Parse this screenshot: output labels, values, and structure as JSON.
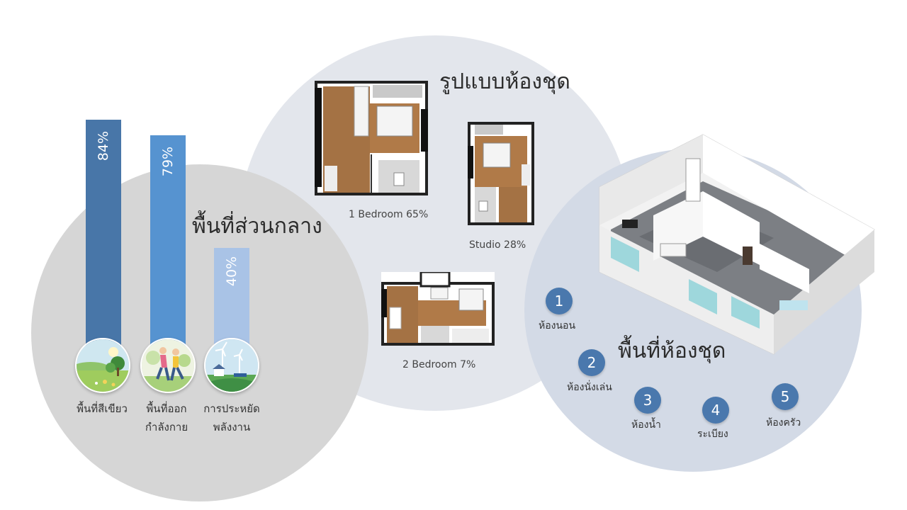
{
  "colors": {
    "left_circle": "#d6d6d6",
    "middle_circle": "#e3e6ec",
    "right_circle": "#d3dae6",
    "bar_1": "#4876a8",
    "bar_2": "#5693d0",
    "bar_3": "#a9c3e6",
    "number_badge": "#4a78ad"
  },
  "common_area": {
    "title": "พื้นที่ส่วนกลาง",
    "items": [
      {
        "percent": "84%",
        "value": 84,
        "label_lines": [
          "พื้นที่สีเขียว"
        ],
        "icon": "green-park-icon"
      },
      {
        "percent": "79%",
        "value": 79,
        "label_lines": [
          "พื้นที่ออก",
          "กำลังกาย"
        ],
        "icon": "joggers-icon"
      },
      {
        "percent": "40%",
        "value": 40,
        "label_lines": [
          "การประหยัด",
          "พลังงาน"
        ],
        "icon": "wind-turbine-icon"
      }
    ]
  },
  "unit_types": {
    "title": "รูปแบบห้องชุด",
    "plans": [
      {
        "label": "1 Bedroom 65%",
        "icon": "one-bedroom-floorplan"
      },
      {
        "label": "Studio 28%",
        "icon": "studio-floorplan"
      },
      {
        "label": "2 Bedroom 7%",
        "icon": "two-bedroom-floorplan"
      }
    ]
  },
  "unit_area": {
    "title": "พื้นที่ห้องชุด",
    "rooms": [
      {
        "number": "1",
        "label": "ห้องนอน"
      },
      {
        "number": "2",
        "label": "ห้องนั่งเล่น"
      },
      {
        "number": "3",
        "label": "ห้องน้ำ"
      },
      {
        "number": "4",
        "label": "ระเบียง"
      },
      {
        "number": "5",
        "label": "ห้องครัว"
      }
    ],
    "icon": "isometric-condo-unit"
  }
}
